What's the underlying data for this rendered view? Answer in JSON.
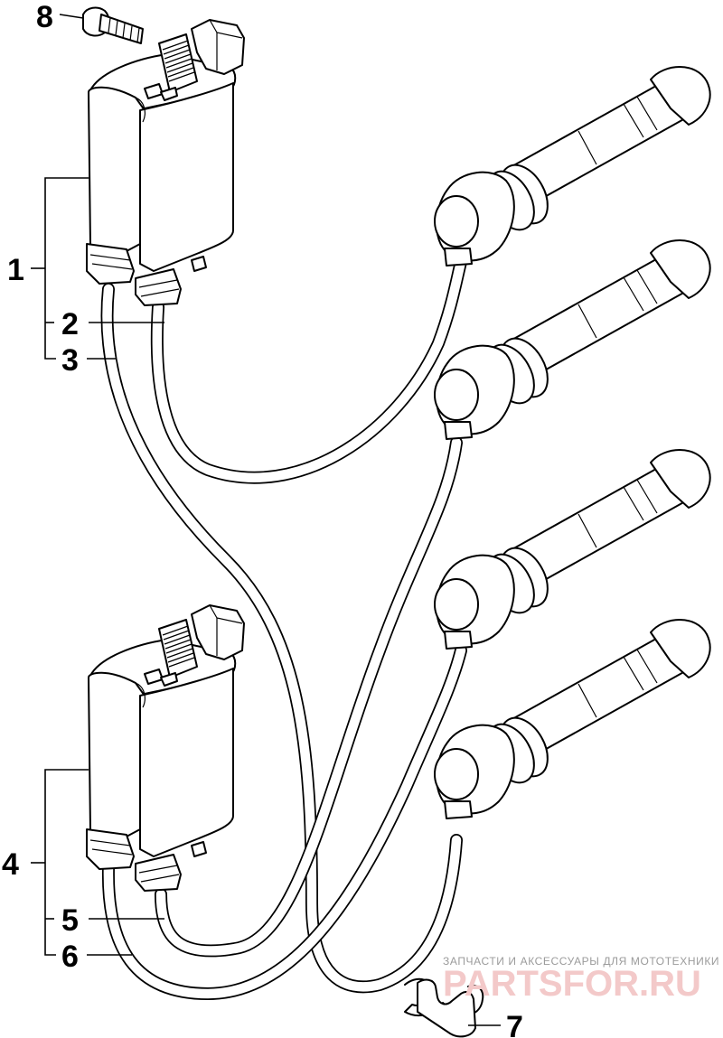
{
  "callouts": [
    {
      "id": "c1",
      "number": "1",
      "part": "ignition-coil-upper"
    },
    {
      "id": "c2",
      "number": "2",
      "part": "ht-lead-upper-inner"
    },
    {
      "id": "c3",
      "number": "3",
      "part": "ht-lead-upper-outer"
    },
    {
      "id": "c4",
      "number": "4",
      "part": "ignition-coil-lower"
    },
    {
      "id": "c5",
      "number": "5",
      "part": "ht-lead-lower-inner"
    },
    {
      "id": "c6",
      "number": "6",
      "part": "ht-lead-lower-outer"
    },
    {
      "id": "c7",
      "number": "7",
      "part": "wire-clamp"
    },
    {
      "id": "c8",
      "number": "8",
      "part": "mounting-bolt"
    }
  ],
  "watermark": {
    "line1": "ЗАПЧАСТИ И АКСЕССУАРЫ ДЛЯ МОТОТЕХНИКИ",
    "line2": "PARTSFOR.RU",
    "color": "#f3c9c9"
  },
  "colors": {
    "ink": "#000000",
    "paper": "#ffffff"
  }
}
